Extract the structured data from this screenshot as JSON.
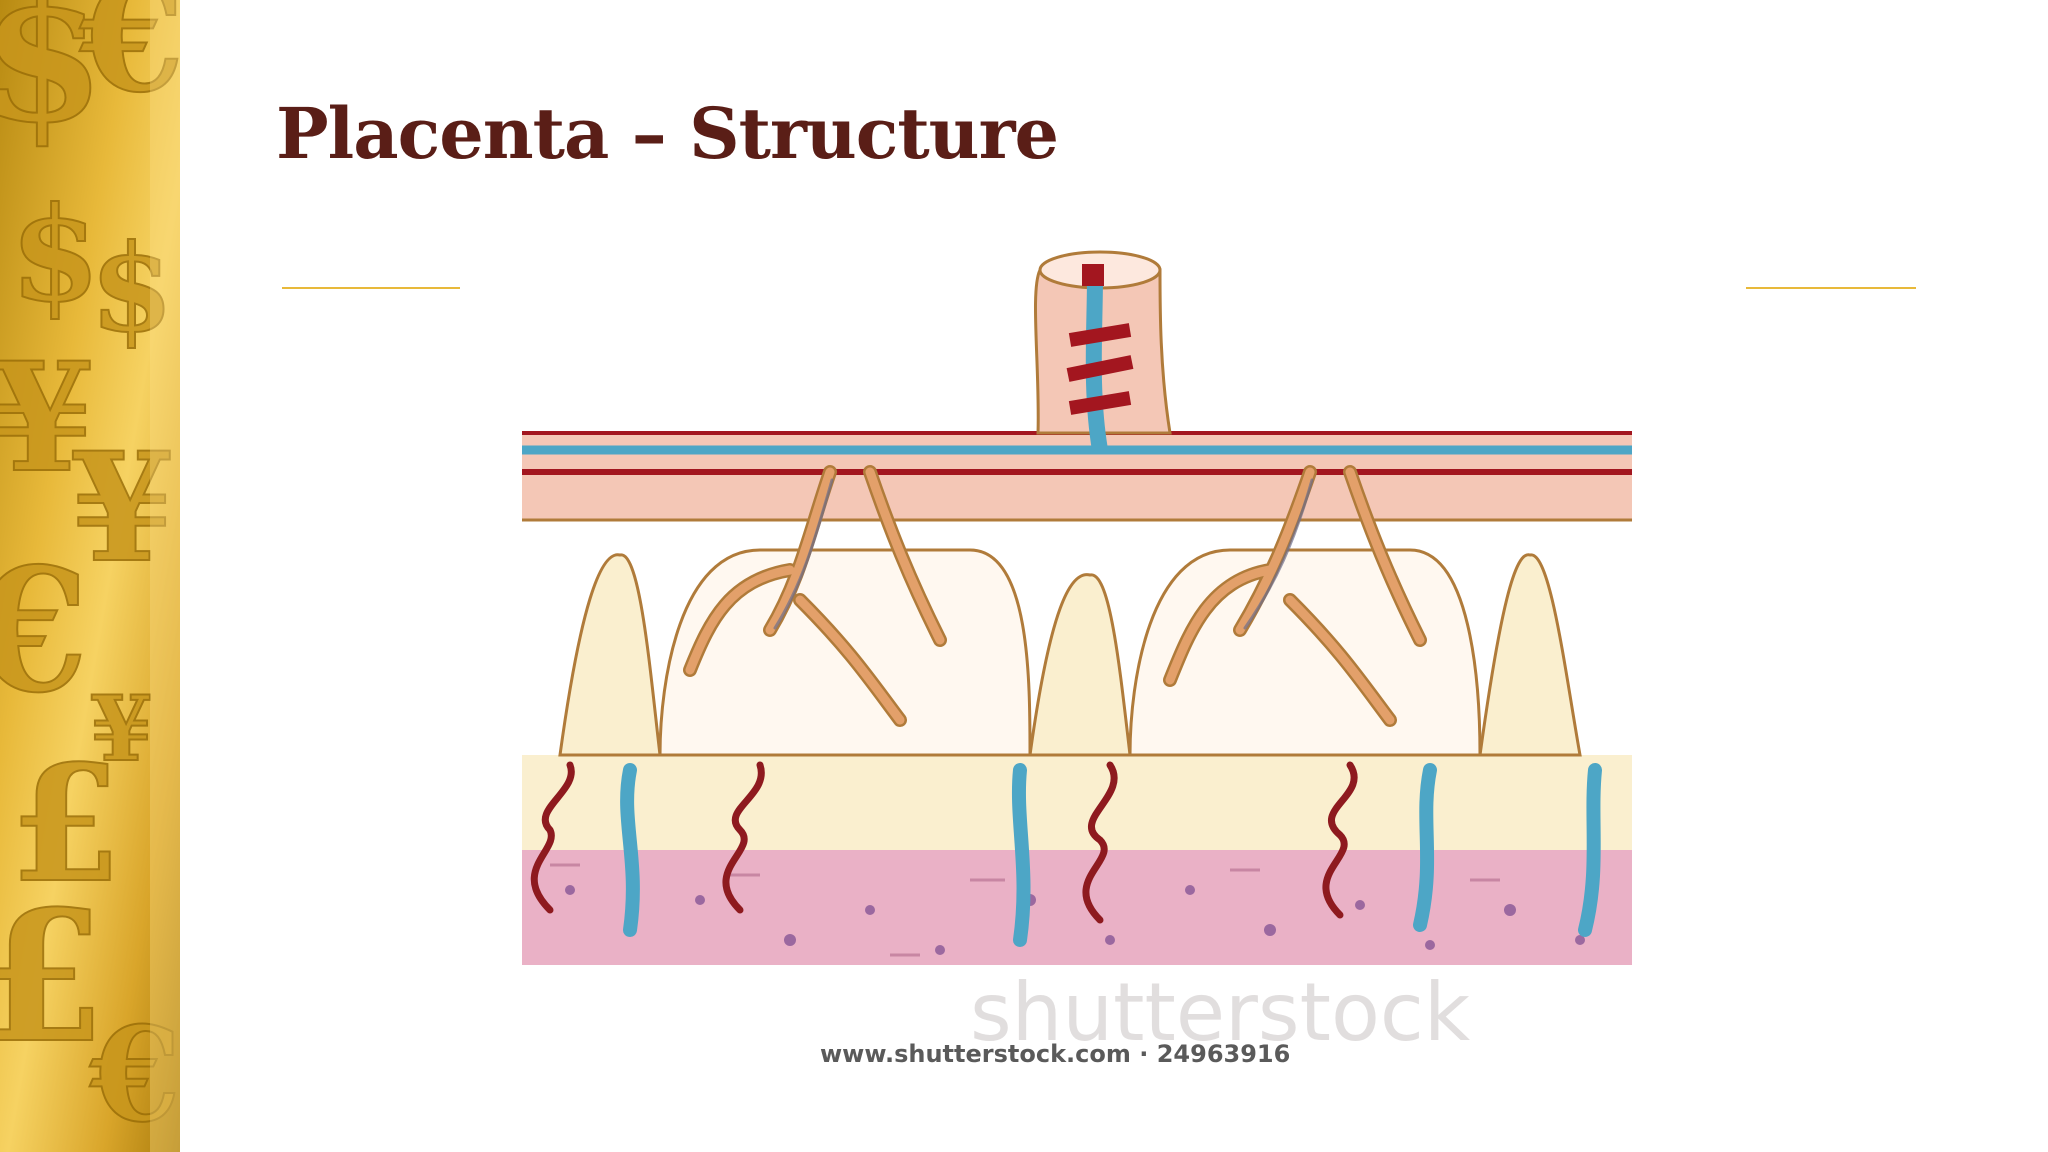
{
  "slide": {
    "title": "Placenta – Structure"
  },
  "figure": {
    "watermark": "shutterstock",
    "credit": "www.shutterstock.com · 24963916"
  },
  "colors": {
    "title": "#5a1e17",
    "accent_gold": "#e8b93a",
    "artery_red": "#a3161f",
    "vein_blue": "#4da6c6",
    "decidua_pink": "#eab1c6",
    "villus_cream": "#faefcf"
  }
}
